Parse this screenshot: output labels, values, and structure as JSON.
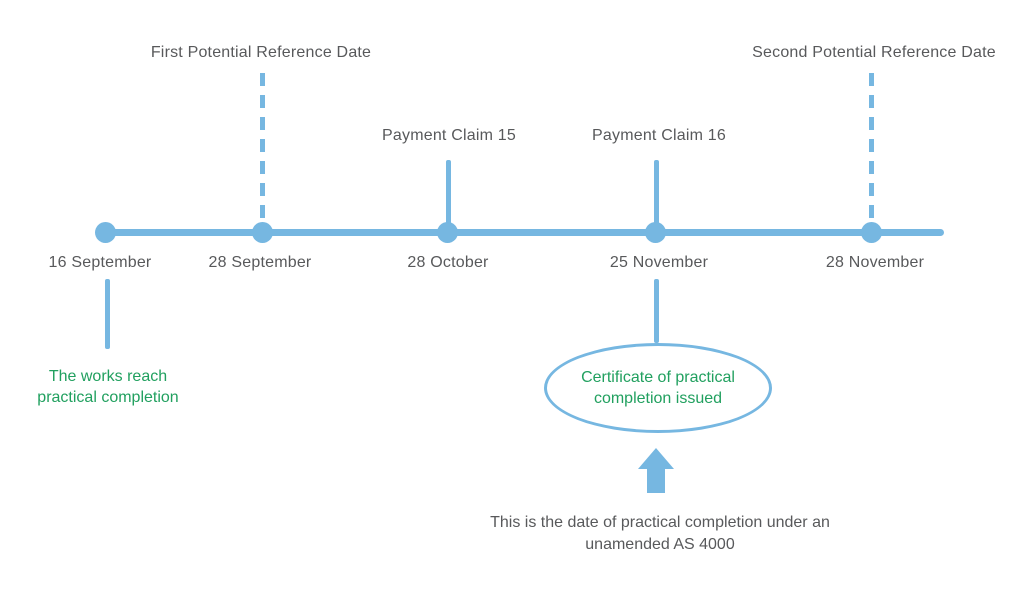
{
  "colors": {
    "blue": "#76b7e1",
    "gray": "#58595b",
    "green": "#21a05f"
  },
  "above_labels": [
    {
      "text": "First Potential Reference Date",
      "style": "dashed"
    },
    {
      "text": "Payment Claim 15",
      "style": "solid"
    },
    {
      "text": "Payment Claim 16",
      "style": "solid"
    },
    {
      "text": "Second Potential Reference Date",
      "style": "dashed"
    }
  ],
  "dates": [
    "16 September",
    "28 September",
    "28 October",
    "25 November",
    "28 November"
  ],
  "works_note": {
    "line1": "The works reach",
    "line2": "practical completion"
  },
  "certificate_note": {
    "line1": "Certificate of practical",
    "line2": "completion issued"
  },
  "caption": {
    "line1": "This is the date of practical completion under an",
    "line2": "unamended AS 4000"
  }
}
